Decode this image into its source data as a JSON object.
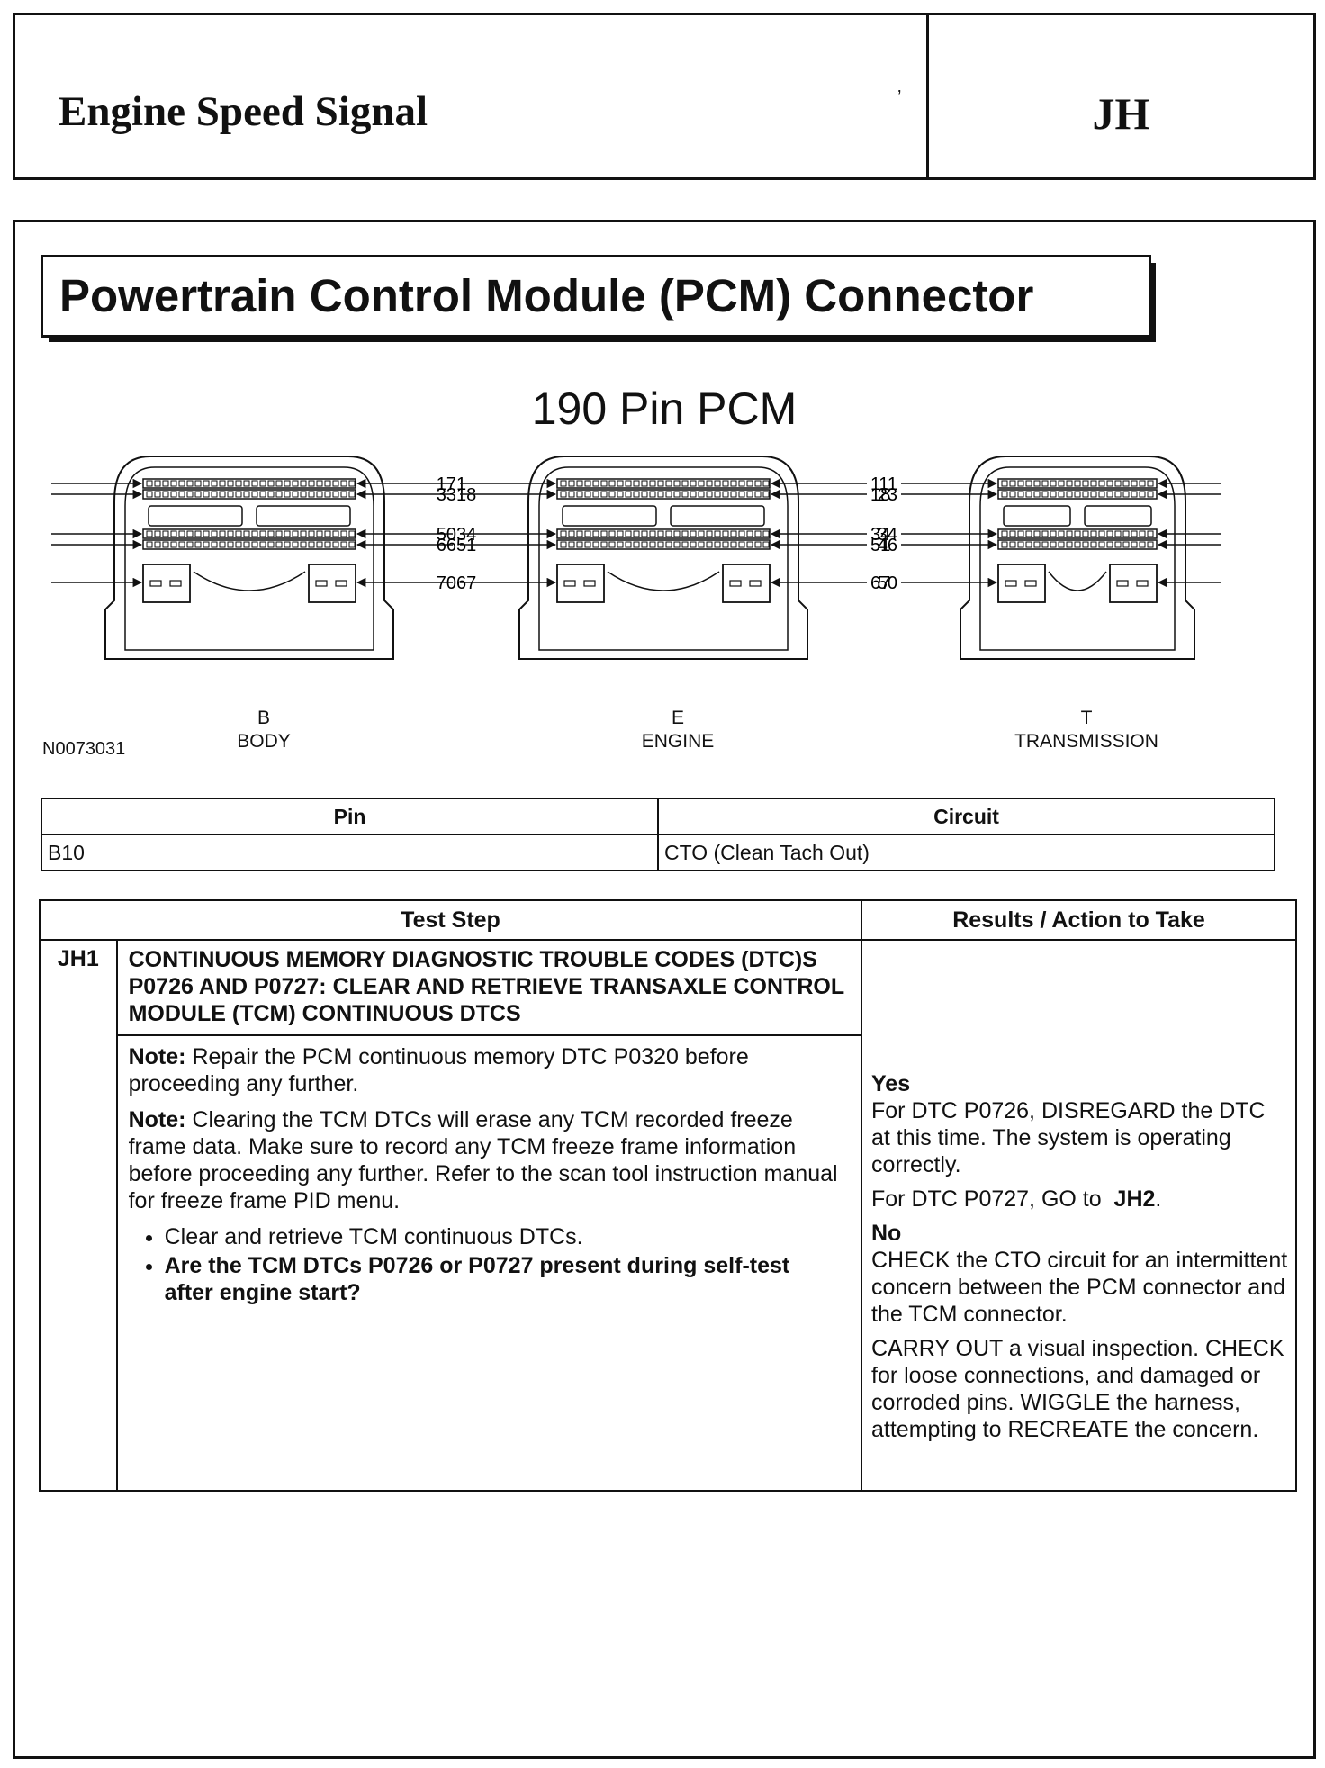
{
  "header": {
    "title": "Engine Speed Signal",
    "code": "JH",
    "mark": "’"
  },
  "section": {
    "title": "Powertrain Control Module (PCM) Connector",
    "diagram_title": "190 Pin PCM",
    "figure_code": "N0073031",
    "connectors": [
      {
        "letter": "B",
        "name": "BODY",
        "pins_left": [
          "17",
          "33",
          "50",
          "66",
          "70"
        ],
        "pins_right": [
          "1",
          "18",
          "34",
          "51",
          "67"
        ]
      },
      {
        "letter": "E",
        "name": "ENGINE",
        "pins_left": [
          "17",
          "33",
          "50",
          "66",
          "70"
        ],
        "pins_right": [
          "1",
          "18",
          "34",
          "51",
          "67"
        ]
      },
      {
        "letter": "T",
        "name": "TRANSMISSION",
        "pins_left": [
          "11",
          "23",
          "34",
          "46",
          "50"
        ],
        "pins_right": [
          "1",
          "12",
          "24",
          "35",
          "47"
        ]
      }
    ]
  },
  "pin_table": {
    "headers": [
      "Pin",
      "Circuit"
    ],
    "rows": [
      [
        "B10",
        "CTO (Clean Tach Out)"
      ]
    ]
  },
  "test_table": {
    "headers": [
      "Test Step",
      "Results / Action to Take"
    ],
    "step_id": "JH1",
    "step_title": "CONTINUOUS MEMORY DIAGNOSTIC TROUBLE CODES (DTC)S P0726 AND P0727: CLEAR AND RETRIEVE TRANSAXLE CONTROL MODULE (TCM) CONTINUOUS DTCS",
    "note_label": "Note:",
    "note1": "Repair the PCM continuous memory DTC P0320 before proceeding any further.",
    "note2": "Clearing the TCM DTCs will erase any TCM recorded freeze frame data. Make sure to record any TCM freeze frame information before proceeding any further. Refer to the scan tool instruction manual for freeze frame PID menu.",
    "bullet1": "Clear and retrieve TCM continuous DTCs.",
    "bullet2": "Are the TCM DTCs P0726 or P0727 present during self-test after engine start?",
    "yes_label": "Yes",
    "yes_text1": "For DTC P0726, DISREGARD the DTC at this time. The system is operating correctly.",
    "yes_text2_prefix": "For DTC P0727, GO to",
    "yes_text2_link": "JH2",
    "yes_text2_suffix": ".",
    "no_label": "No",
    "no_text1": "CHECK the CTO circuit for an intermittent concern between the PCM connector and the TCM connector.",
    "no_text2": "CARRY OUT a visual inspection. CHECK for loose connections, and damaged or corroded pins. WIGGLE the harness, attempting to RECREATE the concern."
  }
}
